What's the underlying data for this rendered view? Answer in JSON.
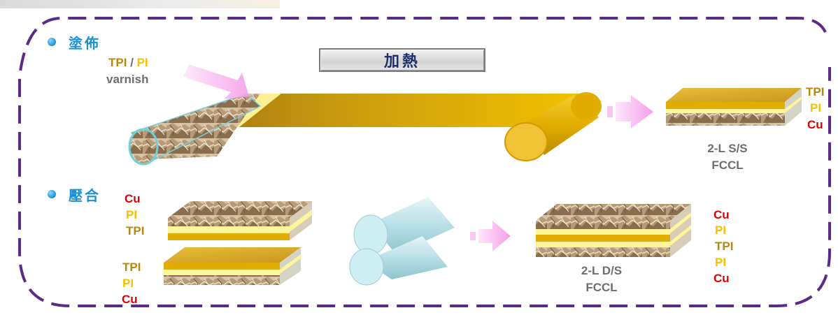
{
  "colors": {
    "border": "#5b2a86",
    "heading": "#1a8fd6",
    "tpi_text": "#b8860b",
    "pi_text": "#f2c200",
    "cu_text": "#e00000",
    "gray_text": "#6e6e6e",
    "arrow": "#f6a6ee",
    "gold": "#e0ad00",
    "cream": "#fff59a",
    "roller": "#b8dfe6"
  },
  "coating": {
    "heading": "塗佈",
    "heat_label": "加熱",
    "material_a": "TPI",
    "separator": "/",
    "material_b": "PI",
    "material_c": "varnish",
    "product": {
      "line1": "2-L S/S",
      "line2": "FCCL"
    },
    "stack_layers": [
      "TPI",
      "PI",
      "Cu"
    ]
  },
  "lamination": {
    "heading": "壓合",
    "top_stack": [
      "Cu",
      "PI",
      "TPI"
    ],
    "bottom_stack": [
      "TPI",
      "PI",
      "Cu"
    ],
    "product": {
      "line1": "2-L D/S",
      "line2": "FCCL"
    },
    "result_layers": [
      "Cu",
      "PI",
      "TPI",
      "PI",
      "Cu"
    ]
  }
}
